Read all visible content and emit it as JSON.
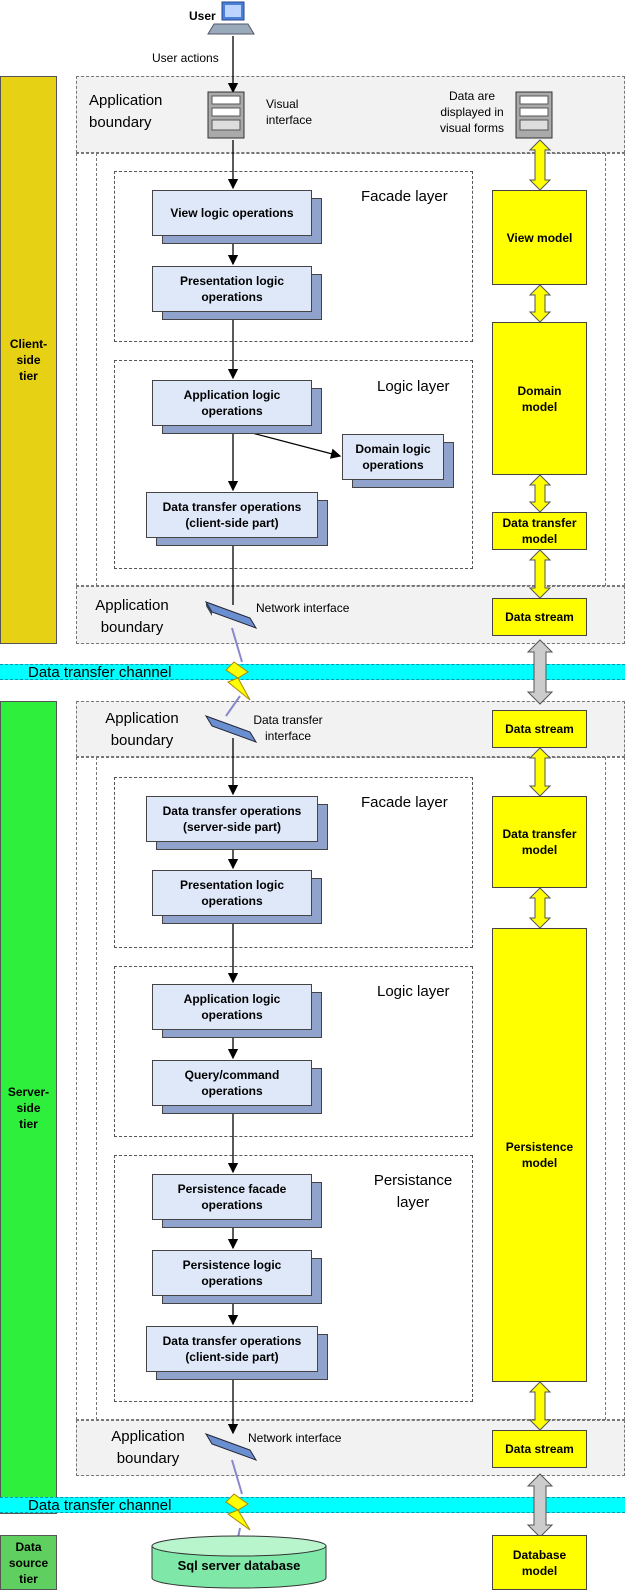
{
  "tiers": {
    "client": "Client-\nside\ntier",
    "server": "Server-\nside\ntier",
    "datasource": "Data\nsource\ntier"
  },
  "user": {
    "label": "User",
    "actions": "User actions",
    "visual_interface": "Visual\ninterface",
    "visual_forms": "Data are\ndisplayed in\nvisual forms"
  },
  "client": {
    "app_boundary_top": "Application\nboundary",
    "facade_layer": "Facade layer",
    "view_logic": "View logic operations",
    "presentation_logic": "Presentation logic\noperations",
    "logic_layer": "Logic layer",
    "application_logic": "Application logic\noperations",
    "domain_logic": "Domain logic\noperations",
    "data_transfer_ops": "Data transfer operations\n(client-side part)",
    "app_boundary_bottom": "Application\nboundary",
    "network_interface": "Network interface"
  },
  "models_client": {
    "view_model": "View model",
    "domain_model": "Domain\nmodel",
    "data_transfer_model": "Data transfer\nmodel",
    "data_stream": "Data stream"
  },
  "channel_1": "Data transfer channel",
  "server": {
    "app_boundary_top": "Application\nboundary",
    "data_transfer_interface": "Data transfer\ninterface",
    "facade_layer": "Facade layer",
    "data_transfer_ops": "Data transfer operations\n(server-side part)",
    "presentation_logic": "Presentation logic\noperations",
    "logic_layer": "Logic layer",
    "application_logic": "Application logic\noperations",
    "query_command": "Query/command\noperations",
    "persistance_layer": "Persistance\nlayer",
    "persistence_facade": "Persistence facade\noperations",
    "persistence_logic": "Persistence logic\noperations",
    "data_transfer_ops_2": "Data transfer operations\n(client-side part)",
    "app_boundary_bottom": "Application\nboundary",
    "network_interface": "Network interface"
  },
  "models_server": {
    "data_stream_top": "Data stream",
    "data_transfer_model": "Data transfer\nmodel",
    "persistence_model": "Persistence\nmodel",
    "data_stream_bottom": "Data stream"
  },
  "channel_2": "Data transfer channel",
  "datasource": {
    "database": "Sql server database",
    "database_model": "Database\nmodel"
  },
  "colors": {
    "client_tier": "#e6d114",
    "server_tier": "#2ef03c",
    "datasource_tier": "#5fd05f",
    "model_fill": "#ffff00",
    "channel": "#00ffff",
    "operation_fill": "#dfe8f8"
  }
}
